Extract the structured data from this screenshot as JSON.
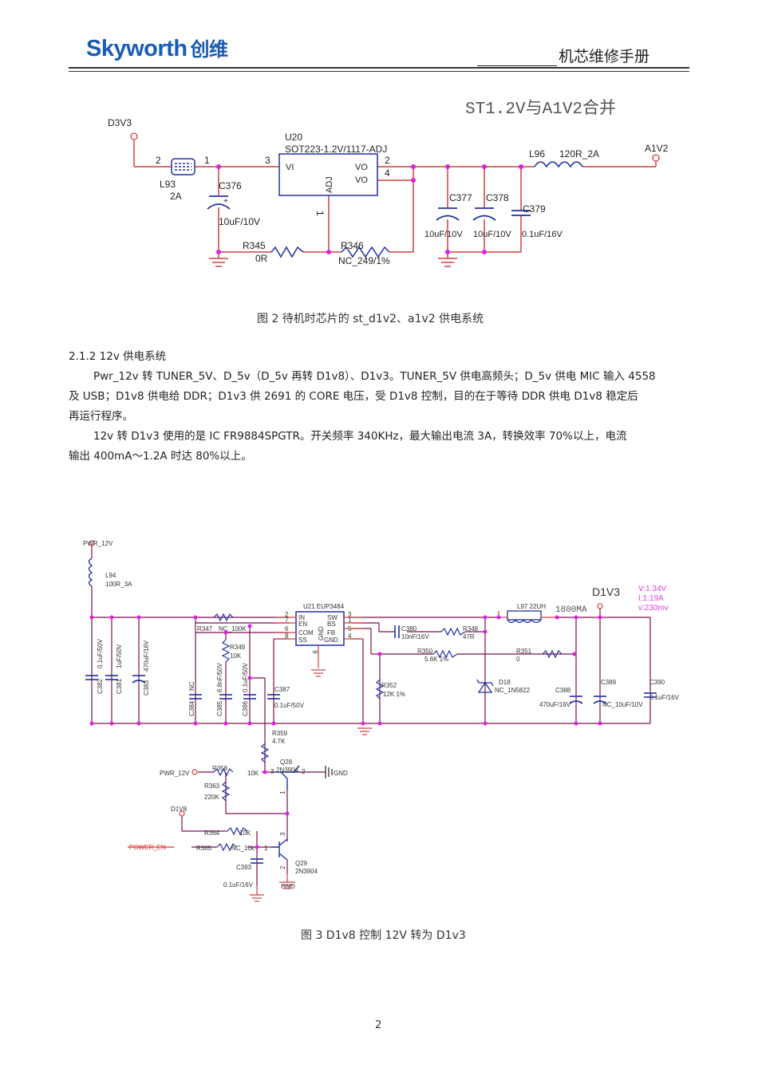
{
  "header": {
    "brand_en": "Skyworth",
    "brand_cn": "创维",
    "manual_title": "机芯维修手册",
    "brand_color": "#1a5bb5"
  },
  "figure2": {
    "annotation": "ST1.2V与A1V2合并",
    "caption": "图 2 待机时芯片的 st_d1v2、a1v2 供电系统",
    "nets": {
      "input": "D3V3",
      "output": "A1V2"
    },
    "components": {
      "l93": {
        "ref": "L93",
        "value": "2A",
        "pin_left": "2",
        "pin_right": "1"
      },
      "c376": {
        "ref": "C376",
        "value": "10uF/10V",
        "polarity": "+"
      },
      "u20": {
        "ref": "U20",
        "part": "SOT223-1.2V/1117-ADJ",
        "pin_vi_num": "3",
        "pin_vi": "VI",
        "pin_vo1_num": "2",
        "pin_vo1": "VO",
        "pin_vo2_num": "4",
        "pin_vo2": "VO",
        "pin_adj": "ADJ",
        "pin_adj_num": "1"
      },
      "r345": {
        "ref": "R345",
        "value": "0R"
      },
      "r346": {
        "ref": "R346",
        "value": "NC_249/1%"
      },
      "c377": {
        "ref": "C377",
        "value": "10uF/10V",
        "polarity": "+"
      },
      "c378": {
        "ref": "C378",
        "value": "10uF/10V",
        "polarity": "+"
      },
      "c379": {
        "ref": "C379",
        "value": "0.1uF/16V"
      },
      "l96": {
        "ref": "L96",
        "value": "120R_2A"
      }
    }
  },
  "section": {
    "heading": "2.1.2 12v 供电系统",
    "paragraphs": [
      "Pwr_12v 转 TUNER_5V、D_5v（D_5v 再转 D1v8）、D1v3。TUNER_5V 供电高频头；D_5v 供电 MIC 输入 4558",
      "及 USB；D1v8 供电给 DDR；D1v3 供 2691 的 CORE 电压，受 D1v8 控制，目的在于等待 DDR 供电 D1v8 稳定后",
      "再运行程序。",
      "12v 转 D1v3 使用的是 IC FR9884SPGTR。开关频率 340KHz，最大输出电流 3A，转换效率 70%以上，电流",
      "输出 400mA～1.2A 时达 80%以上。"
    ]
  },
  "figure3": {
    "caption": "图 3 D1v8 控制 12V 转为 D1v3",
    "nets": {
      "pwr12v": "PWR_12V",
      "d1v3": "D1V3",
      "d1v8": "D1V8",
      "power_en": "POWER_EN",
      "gnd": "GND"
    },
    "measurements": {
      "voltage": "V:1.34V",
      "current": "I:1.19A",
      "ripple": "v:230mv",
      "inductor_current": "1800MA"
    },
    "colors": {
      "measurement": "#e040e0",
      "power_en": "#e03030"
    },
    "components": {
      "l94": {
        "ref": "L94",
        "value": "100R_3A"
      },
      "c382": {
        "ref": "C382",
        "value": "0.1uF/50V"
      },
      "c381": {
        "ref": "C381",
        "value": "1uF/50V"
      },
      "c383": {
        "ref": "C383",
        "value": "470uF/16V"
      },
      "c384": {
        "ref": "C384",
        "value": "NC"
      },
      "c385": {
        "ref": "C385",
        "value": "6.8nF/50V"
      },
      "c386": {
        "ref": "C386",
        "value": "0.1uF/50V"
      },
      "c387": {
        "ref": "C387",
        "value": "0.1uF/50V"
      },
      "r347": {
        "ref": "R347",
        "value": "NC_100K"
      },
      "r349": {
        "ref": "R349",
        "value": "10K"
      },
      "u21": {
        "ref": "U21 EUP3484",
        "pins_left": [
          "IN",
          "EN",
          "COM",
          "SS"
        ],
        "pins_left_num": [
          "2",
          "7",
          "6",
          "8"
        ],
        "pins_right": [
          "SW",
          "BS",
          "FB",
          "GND"
        ],
        "pins_right_num": [
          "3",
          "1",
          "5",
          "4"
        ],
        "center": "GND",
        "bottom_pin": "9"
      },
      "c380": {
        "ref": "C380",
        "value": "10nF/16V"
      },
      "r348": {
        "ref": "R348",
        "value": "47R"
      },
      "r350": {
        "ref": "R350",
        "value": "5.6K 1%"
      },
      "r352": {
        "ref": "R352",
        "value": "12K 1%"
      },
      "l97": {
        "ref": "L97 22UH"
      },
      "r351": {
        "ref": "R351",
        "value": "0"
      },
      "d18": {
        "ref": "D18",
        "value": "NC_1N5822"
      },
      "c388": {
        "ref": "C388",
        "value": "470uF/16V"
      },
      "c389": {
        "ref": "C389",
        "value": "NC_10uF/10V"
      },
      "c390": {
        "ref": "C390",
        "value": "0.1uF/16V"
      },
      "r359": {
        "ref": "R359",
        "value": "4.7K"
      },
      "q28": {
        "ref": "Q28",
        "value": "2N3904",
        "pin3": "3",
        "pin2": "2",
        "pin1": "1"
      },
      "r358": {
        "ref": "R358",
        "value": "10K"
      },
      "r363": {
        "ref": "R363",
        "value": "220K"
      },
      "r364": {
        "ref": "R364",
        "value": "10K"
      },
      "r365": {
        "ref": "R365",
        "value": "NC_10k"
      },
      "c393": {
        "ref": "C393",
        "value": "0.1uF/16V"
      },
      "q29": {
        "ref": "Q29",
        "value": "2N3904",
        "pin3": "3",
        "pin2": "2",
        "pin1": "1"
      }
    }
  },
  "footer": {
    "page_number": "2"
  }
}
